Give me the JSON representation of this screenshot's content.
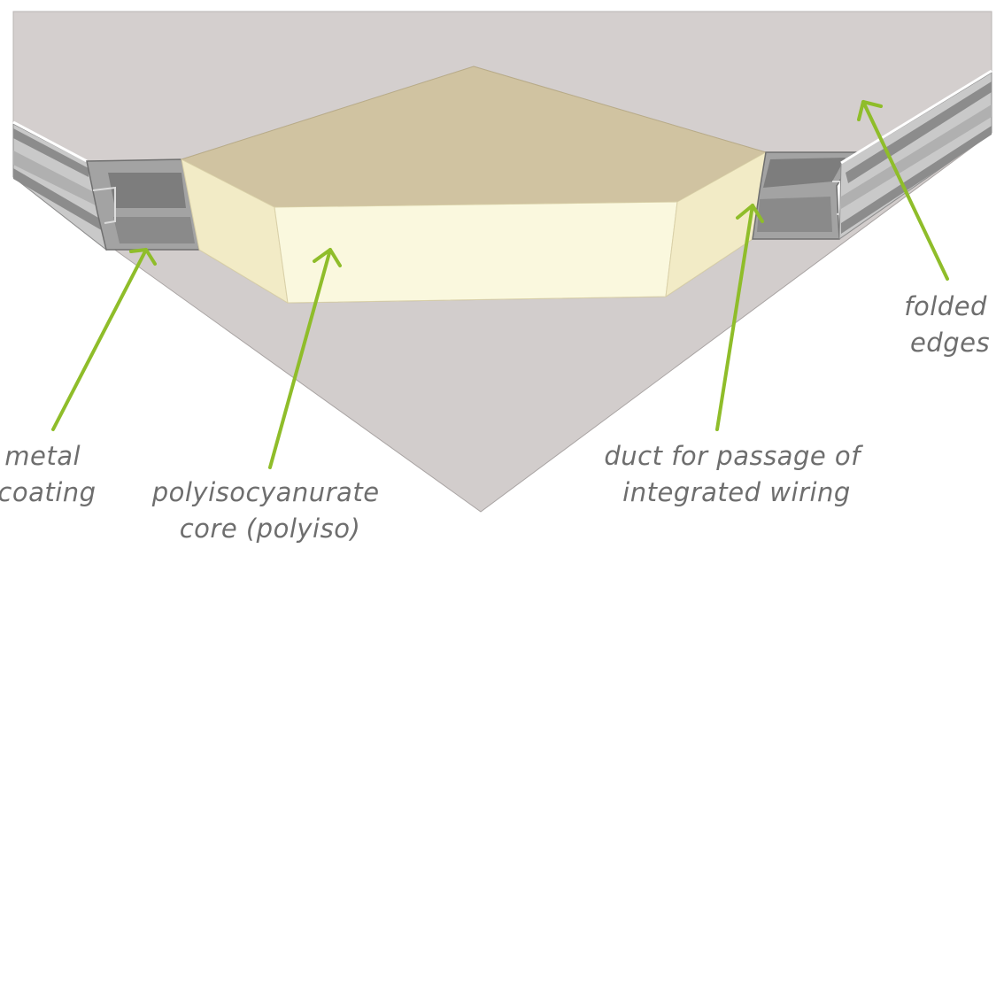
{
  "colors": {
    "panel": "#d4cfce",
    "panel_edge": "#a9a4a3",
    "core_top": "#d0c3a1",
    "core_front": "#faf8de",
    "core_side": "#f2ebc6",
    "metal": "#9c9c9c",
    "metal_dark": "#6f6f6f",
    "metal_light": "#d6d6d6",
    "arrow": "#8fbd2a",
    "label_text": "#6e6e6e"
  },
  "labels": {
    "metal_coating": {
      "line1": "metal",
      "line2": "coating"
    },
    "core": {
      "line1": "polyisocyanurate",
      "line2": "core (polyiso)"
    },
    "duct": {
      "line1": "duct for passage of",
      "line2": "integrated wiring"
    },
    "folded_edges": {
      "line1": "folded",
      "line2": "edges"
    }
  }
}
